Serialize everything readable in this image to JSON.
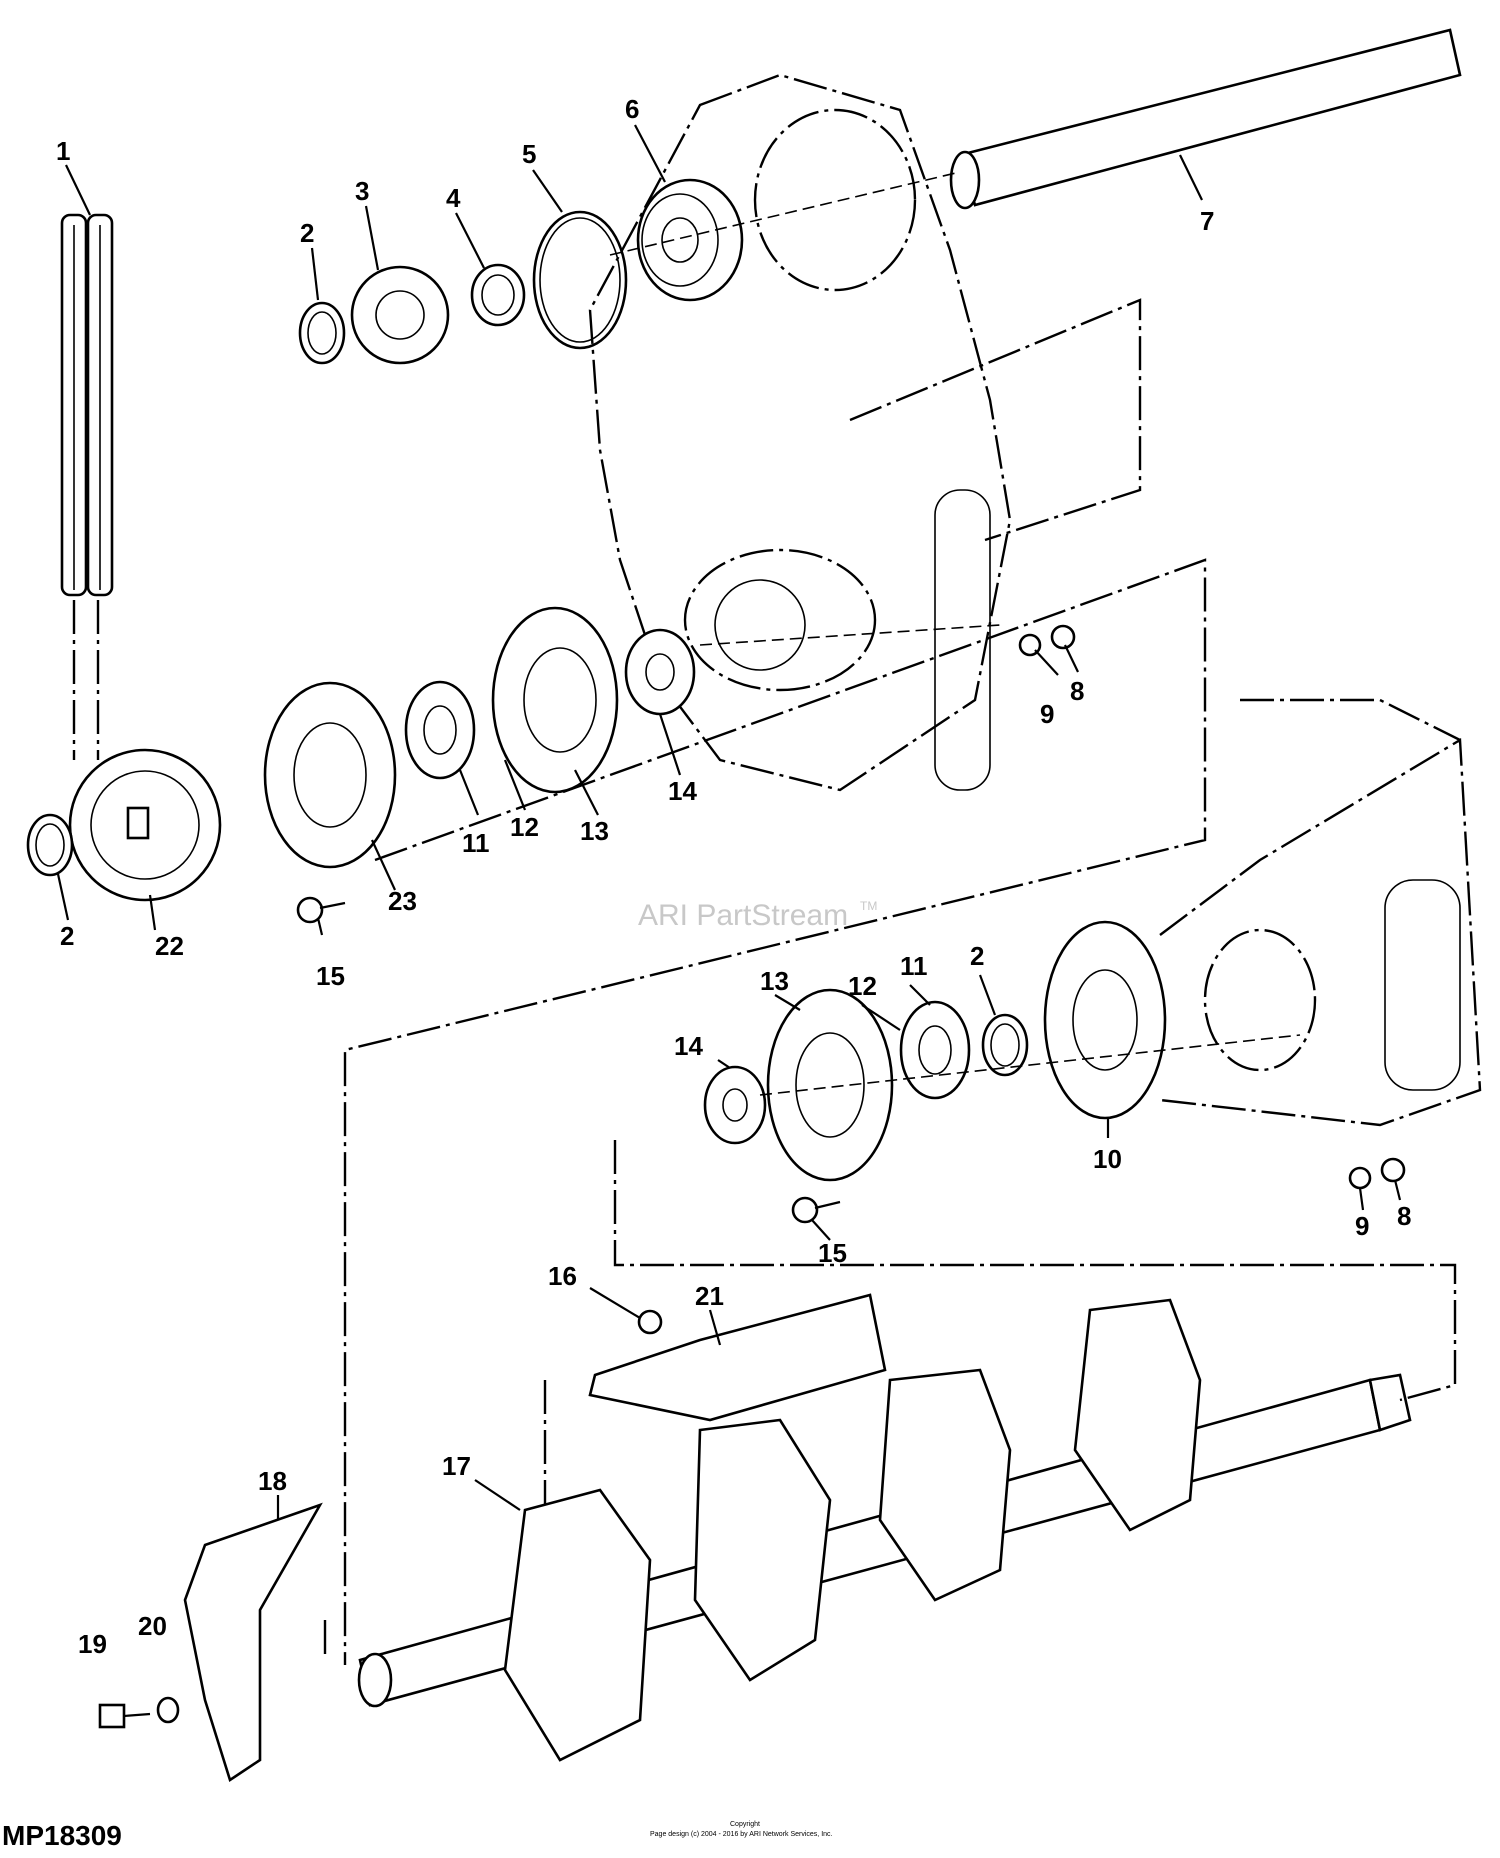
{
  "diagram": {
    "figure_id": "MP18309",
    "watermark": "ARI PartStream",
    "watermark_tm": "TM",
    "copyright_line1": "Copyright",
    "copyright_line2": "Page design (c) 2004 - 2016 by ARI Network Services, Inc.",
    "callouts": {
      "c1": "1",
      "c2a": "2",
      "c2b": "2",
      "c2c": "2",
      "c3": "3",
      "c4": "4",
      "c5": "5",
      "c6": "6",
      "c7": "7",
      "c8a": "8",
      "c8b": "8",
      "c9a": "9",
      "c9b": "9",
      "c10": "10",
      "c11a": "11",
      "c11b": "11",
      "c12a": "12",
      "c12b": "12",
      "c13a": "13",
      "c13b": "13",
      "c14a": "14",
      "c14b": "14",
      "c15a": "15",
      "c15b": "15",
      "c16": "16",
      "c17": "17",
      "c18": "18",
      "c19": "19",
      "c20": "20",
      "c21": "21",
      "c22": "22",
      "c23": "23"
    }
  }
}
